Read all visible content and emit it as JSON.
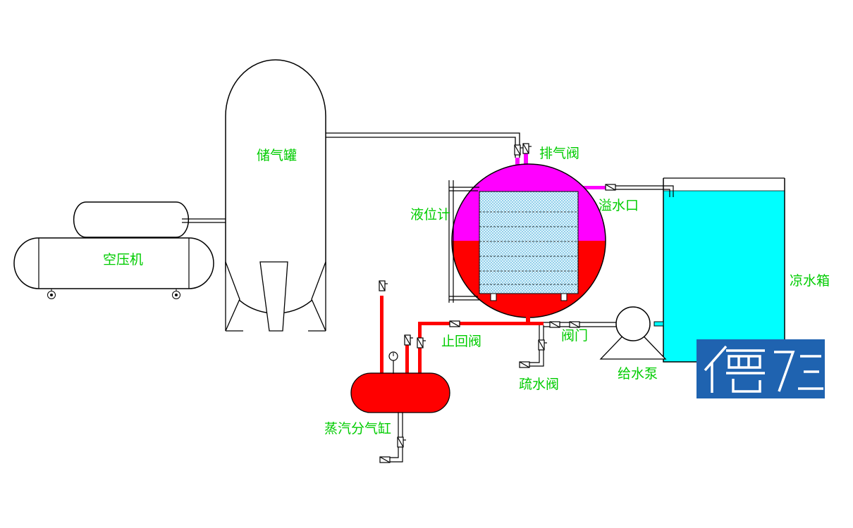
{
  "labels": {
    "compressor": "空压机",
    "air_tank": "储气罐",
    "exhaust_valve": "排气阀",
    "level_gauge": "液位计",
    "overflow": "溢水口",
    "cooling_tank": "凉水箱",
    "check_valve": "止回阀",
    "drain_valve": "疏水阀",
    "valve": "阀门",
    "feed_pump": "给水泵",
    "steam_header": "蒸汽分气缸"
  },
  "colors": {
    "label": "#00cc00",
    "steam_red": "#ff0000",
    "air_magenta": "#ff00ff",
    "water_cyan": "#00ffff",
    "pipe_black": "#000000",
    "coil_blue": "#9ad7ee",
    "logo_blue": "#1f63b0"
  },
  "icons": {
    "valve": "valve-icon",
    "logo": "brand-logo"
  }
}
